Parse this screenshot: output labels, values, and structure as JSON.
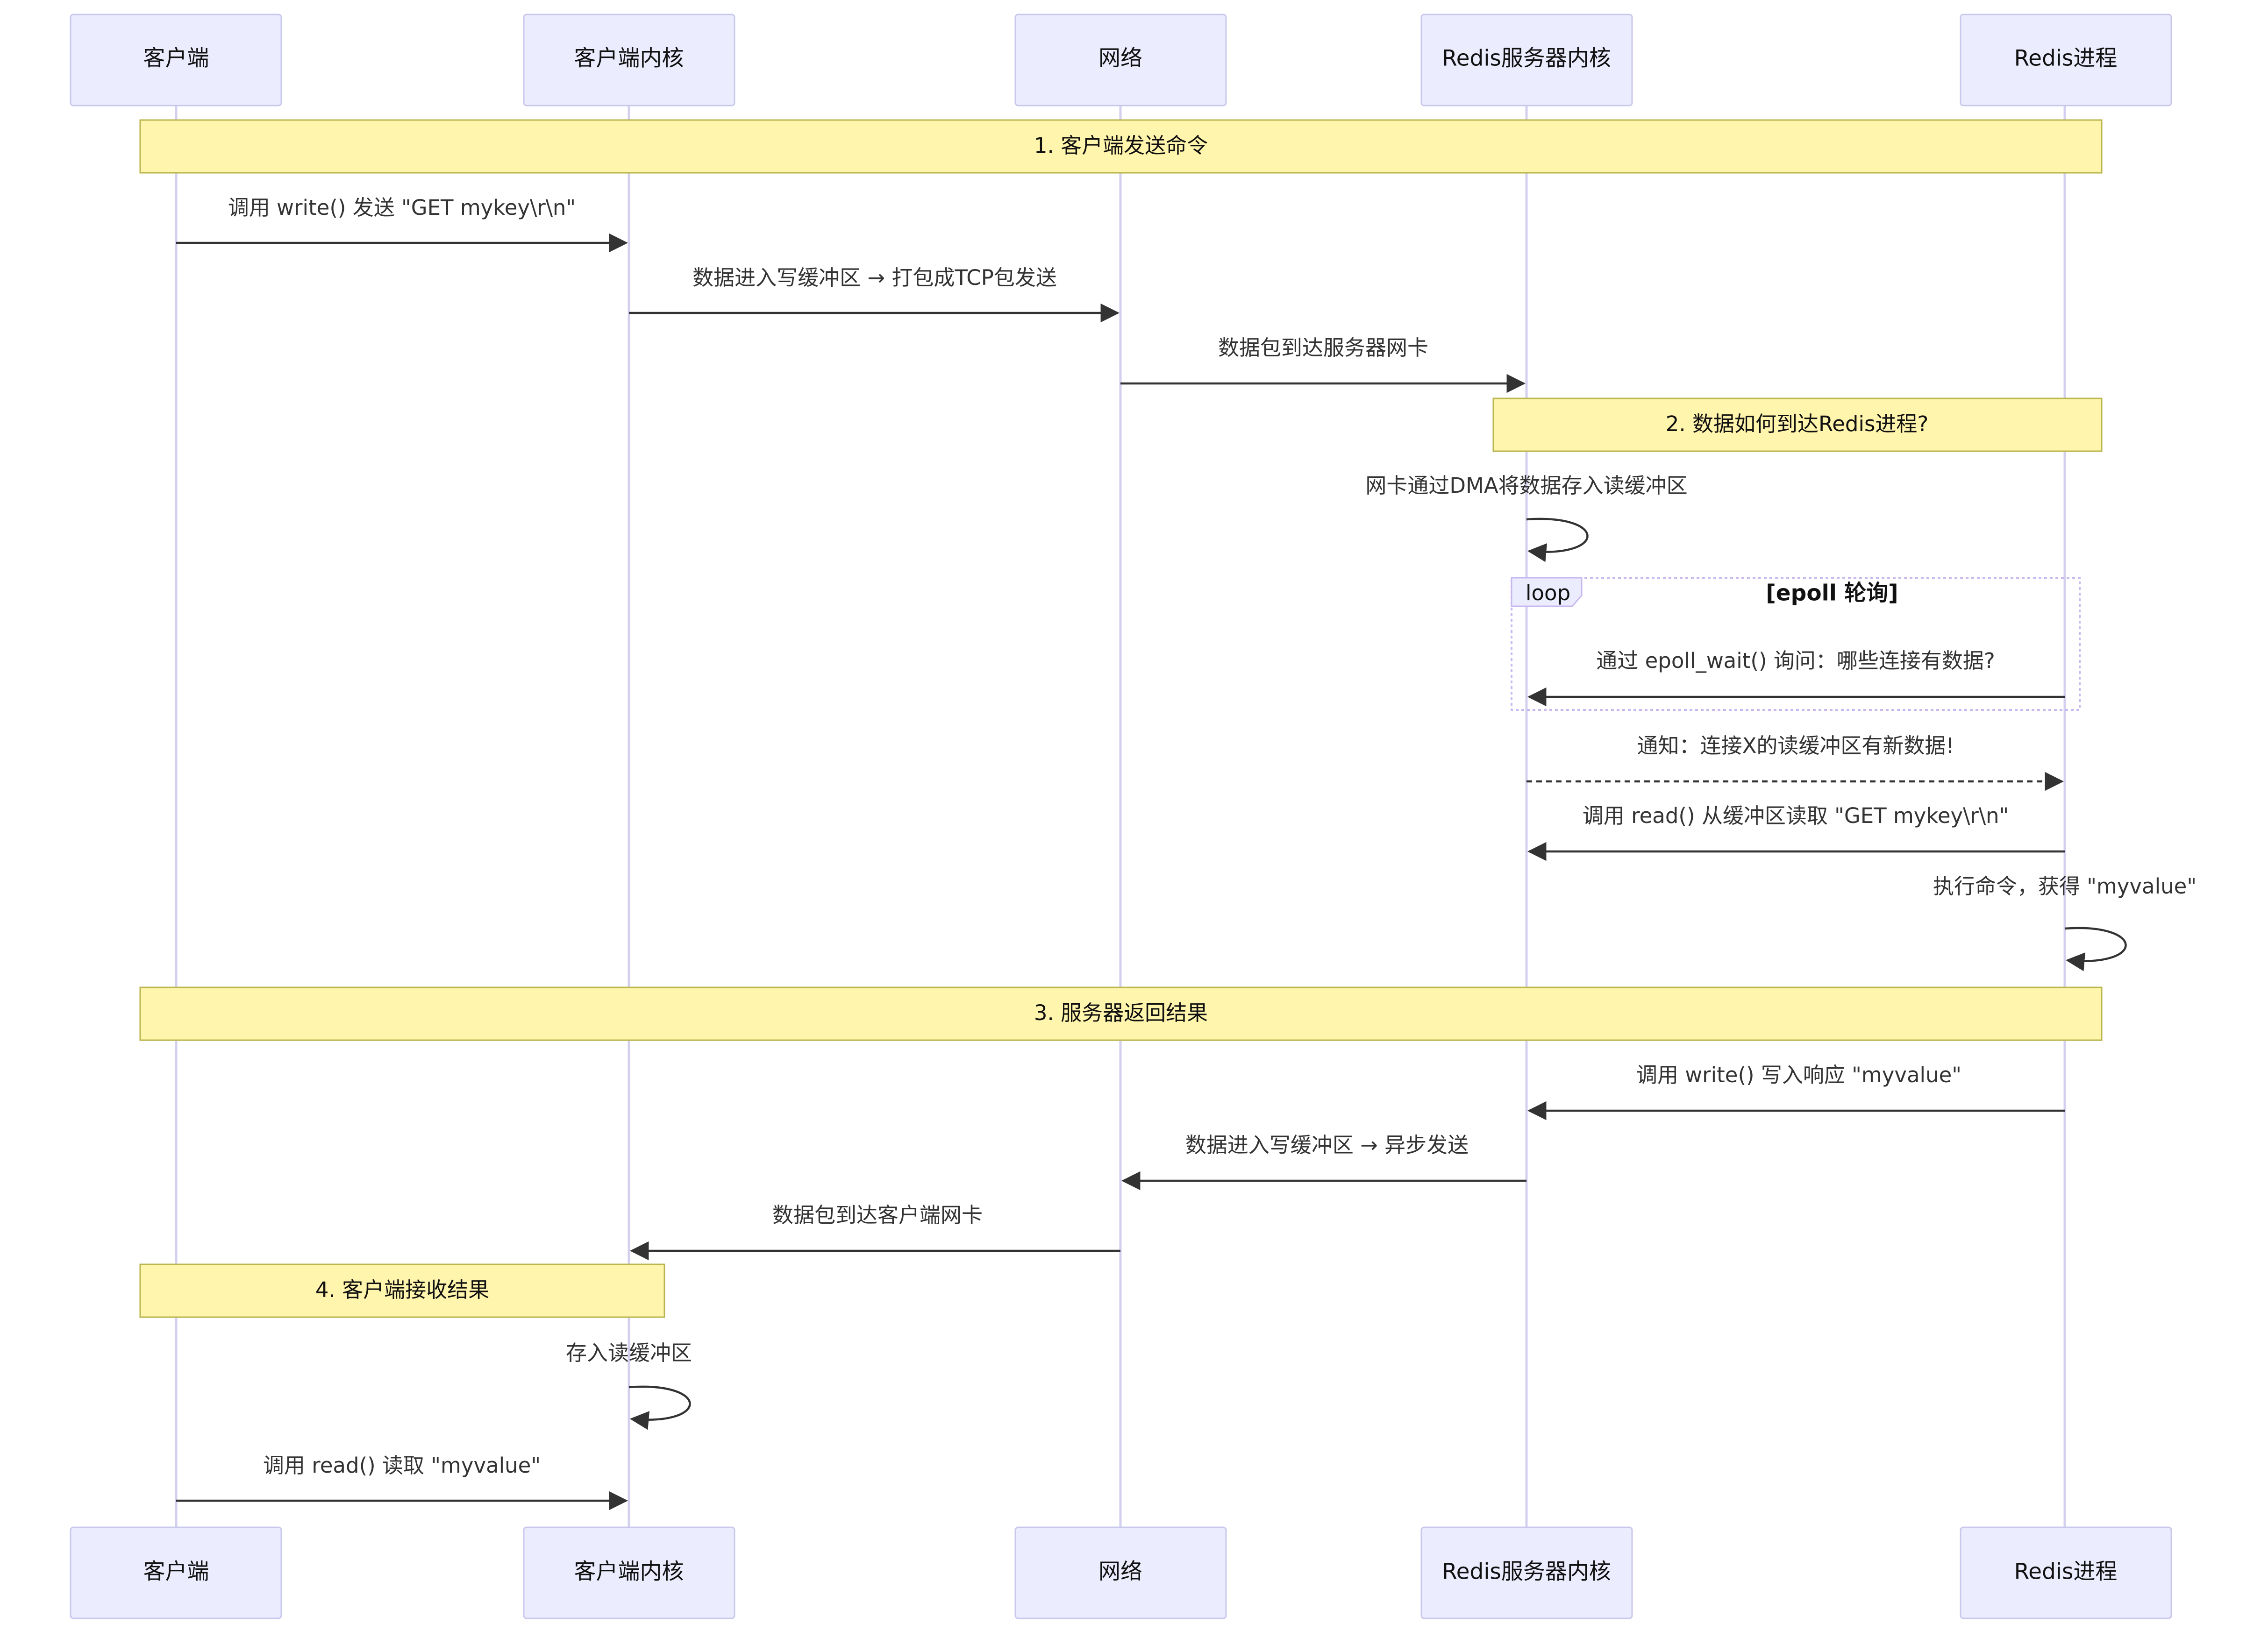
{
  "participants": [
    {
      "label": "客户端"
    },
    {
      "label": "客户端内核"
    },
    {
      "label": "网络"
    },
    {
      "label": "Redis服务器内核"
    },
    {
      "label": "Redis进程"
    }
  ],
  "notes": [
    {
      "text": "1. 客户端发送命令"
    },
    {
      "text": "2. 数据如何到达Redis进程?"
    },
    {
      "text": "3. 服务器返回结果"
    },
    {
      "text": "4. 客户端接收结果"
    }
  ],
  "messages": [
    {
      "text": "调用 write() 发送 \"GET mykey\\r\\n\"",
      "from": 0,
      "to": 1,
      "style": "solid"
    },
    {
      "text": "数据进入写缓冲区 → 打包成TCP包发送",
      "from": 1,
      "to": 2,
      "style": "solid"
    },
    {
      "text": "数据包到达服务器网卡",
      "from": 2,
      "to": 3,
      "style": "solid"
    },
    {
      "text": "网卡通过DMA将数据存入读缓冲区",
      "from": 3,
      "to": 3,
      "style": "self"
    },
    {
      "text": "通过 epoll_wait() 询问：哪些连接有数据?",
      "from": 4,
      "to": 3,
      "style": "solid"
    },
    {
      "text": "通知：连接X的读缓冲区有新数据!",
      "from": 3,
      "to": 4,
      "style": "dashed"
    },
    {
      "text": "调用 read() 从缓冲区读取 \"GET mykey\\r\\n\"",
      "from": 4,
      "to": 3,
      "style": "solid"
    },
    {
      "text": "执行命令，获得 \"myvalue\"",
      "from": 4,
      "to": 4,
      "style": "self"
    },
    {
      "text": "调用 write() 写入响应 \"myvalue\"",
      "from": 4,
      "to": 3,
      "style": "solid"
    },
    {
      "text": "数据进入写缓冲区 → 异步发送",
      "from": 3,
      "to": 2,
      "style": "solid"
    },
    {
      "text": "数据包到达客户端网卡",
      "from": 2,
      "to": 1,
      "style": "solid"
    },
    {
      "text": "存入读缓冲区",
      "from": 1,
      "to": 1,
      "style": "self"
    },
    {
      "text": "调用 read() 读取 \"myvalue\"",
      "from": 0,
      "to": 1,
      "style": "solid"
    }
  ],
  "loop": {
    "label": "loop",
    "condition": "[epoll 轮询]"
  },
  "colors": {
    "actor_fill": "#ececff",
    "actor_border": "#c9c8ec",
    "note_fill": "#fff5ad",
    "note_border": "#b9b64e",
    "arrow": "#333333",
    "lifeline": "#d3d0ef"
  }
}
